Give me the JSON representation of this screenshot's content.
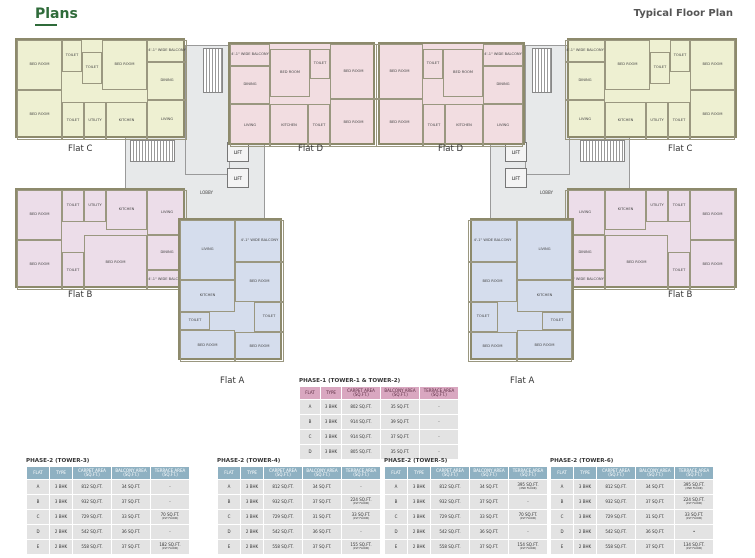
{
  "header": {
    "title": "Plans",
    "subtitle": "Typical Floor Plan"
  },
  "colors": {
    "flat_c": "#eef0d2",
    "flat_d": "#f2dde1",
    "flat_b": "#ecdde9",
    "flat_a": "#d5dded",
    "core": "#e7e9ea",
    "phase1_header": "#d9a7c0",
    "phase2_header": "#8fb1c2"
  },
  "core": {
    "lift": "LIFT",
    "lobby": "LOBBY"
  },
  "flats": {
    "c_left": {
      "label": "Flat C",
      "rooms": [
        "BED ROOM",
        "TOILET",
        "TOILET",
        "BED ROOM",
        "4'-1\" WIDE BALCONY",
        "DINING",
        "BED ROOM",
        "TOILET",
        "UTILITY",
        "KITCHEN",
        "LIVING"
      ]
    },
    "d_left": {
      "label": "Flat D",
      "rooms": [
        "4'-1\" WIDE BALCONY",
        "BED ROOM",
        "TOILET",
        "BED ROOM",
        "DINING",
        "LIVING",
        "KITCHEN",
        "TOILET",
        "BED ROOM"
      ]
    },
    "d_right": {
      "label": "Flat D",
      "rooms": [
        "4'-1\" WIDE BALCONY",
        "BED ROOM",
        "TOILET",
        "BED ROOM",
        "DINING",
        "LIVING",
        "KITCHEN",
        "TOILET",
        "BED ROOM"
      ]
    },
    "c_right": {
      "label": "Flat C",
      "rooms": [
        "BED ROOM",
        "TOILET",
        "TOILET",
        "BED ROOM",
        "4'-1\" WIDE BALCONY",
        "DINING",
        "BED ROOM",
        "TOILET",
        "UTILITY",
        "KITCHEN",
        "LIVING"
      ]
    },
    "b_left": {
      "label": "Flat B",
      "rooms": [
        "BED ROOM",
        "TOILET",
        "UTILITY",
        "KITCHEN",
        "LIVING",
        "BED ROOM",
        "TOILET",
        "BED ROOM",
        "DINING",
        "4'-1\" WIDE BALCONY"
      ]
    },
    "b_right": {
      "label": "Flat B",
      "rooms": [
        "BED ROOM",
        "TOILET",
        "UTILITY",
        "KITCHEN",
        "LIVING",
        "BED ROOM",
        "TOILET",
        "BED ROOM",
        "DINING",
        "4'-1\" WIDE BALCONY"
      ]
    },
    "a_left": {
      "label": "Flat A",
      "rooms": [
        "LIVING",
        "4'-1\" WIDE BALCONY",
        "BED ROOM",
        "KITCHEN",
        "TOILET",
        "TOILET",
        "BED ROOM",
        "BED ROOM"
      ]
    },
    "a_right": {
      "label": "Flat A",
      "rooms": [
        "LIVING",
        "4'-1\" WIDE BALCONY",
        "BED ROOM",
        "KITCHEN",
        "TOILET",
        "TOILET",
        "BED ROOM",
        "BED ROOM"
      ]
    }
  },
  "tables": {
    "headers": [
      "FLAT",
      "TYPE",
      "CARPET AREA (SQ.FT.)",
      "BALCONY AREA (SQ.FT.)",
      "TERRACE AREA (SQ.FT.)"
    ],
    "phase1": {
      "title": "PHASE-1 (TOWER-1 & TOWER-2)",
      "rows": [
        [
          "A",
          "3 BHK",
          "802 SQ.FT.",
          "35 SQ.FT.",
          "-"
        ],
        [
          "B",
          "3 BHK",
          "914 SQ.FT.",
          "39 SQ.FT.",
          "-"
        ],
        [
          "C",
          "3 BHK",
          "914 SQ.FT.",
          "37 SQ.FT.",
          "-"
        ],
        [
          "D",
          "3 BHK",
          "805 SQ.FT.",
          "35 SQ.FT.",
          "-"
        ]
      ]
    },
    "phase2": [
      {
        "title": "PHASE-2 (TOWER-3)",
        "rows": [
          [
            "A",
            "3 BHK",
            "812 SQ.FT.",
            "34 SQ.FT.",
            "-",
            ""
          ],
          [
            "B",
            "3 BHK",
            "932 SQ.FT.",
            "37 SQ.FT.",
            "-",
            ""
          ],
          [
            "C",
            "3 BHK",
            "729 SQ.FT.",
            "33 SQ.FT.",
            "70 SQ.FT.",
            "(1ST FLOOR)"
          ],
          [
            "D",
            "2 BHK",
            "542 SQ.FT.",
            "36 SQ.FT.",
            "-",
            ""
          ],
          [
            "E",
            "2 BHK",
            "558 SQ.FT.",
            "37 SQ.FT.",
            "182 SQ.FT.",
            "(1ST FLOOR)"
          ]
        ]
      },
      {
        "title": "PHASE-2 (TOWER-4)",
        "rows": [
          [
            "A",
            "3 BHK",
            "812 SQ.FT.",
            "34 SQ.FT.",
            "-",
            ""
          ],
          [
            "B",
            "3 BHK",
            "932 SQ.FT.",
            "37 SQ.FT.",
            "224 SQ.FT.",
            "(1ST FLOOR)"
          ],
          [
            "C",
            "3 BHK",
            "729 SQ.FT.",
            "31 SQ.FT.",
            "33 SQ.FT.",
            "(1ST FLOOR)"
          ],
          [
            "D",
            "2 BHK",
            "542 SQ.FT.",
            "36 SQ.FT.",
            "-",
            ""
          ],
          [
            "E",
            "2 BHK",
            "558 SQ.FT.",
            "37 SQ.FT.",
            "155 SQ.FT.",
            "(1ST FLOOR)"
          ]
        ]
      },
      {
        "title": "PHASE-2 (TOWER-5)",
        "rows": [
          [
            "A",
            "3 BHK",
            "812 SQ.FT.",
            "34 SQ.FT.",
            "395 SQ.FT.",
            "(2ND FLOOR)"
          ],
          [
            "B",
            "3 BHK",
            "932 SQ.FT.",
            "37 SQ.FT.",
            "-",
            ""
          ],
          [
            "C",
            "3 BHK",
            "729 SQ.FT.",
            "33 SQ.FT.",
            "70 SQ.FT.",
            "(1ST FLOOR)"
          ],
          [
            "D",
            "2 BHK",
            "542 SQ.FT.",
            "36 SQ.FT.",
            "-",
            ""
          ],
          [
            "E",
            "2 BHK",
            "558 SQ.FT.",
            "37 SQ.FT.",
            "154 SQ.FT.",
            "(1ST FLOOR)"
          ]
        ]
      },
      {
        "title": "PHASE-2 (TOWER-6)",
        "rows": [
          [
            "A",
            "3 BHK",
            "812 SQ.FT.",
            "34 SQ.FT.",
            "395 SQ.FT.",
            "(2ND FLOOR)"
          ],
          [
            "B",
            "3 BHK",
            "932 SQ.FT.",
            "37 SQ.FT.",
            "224 SQ.FT.",
            "(1ST FLOOR)"
          ],
          [
            "C",
            "3 BHK",
            "729 SQ.FT.",
            "31 SQ.FT.",
            "33 SQ.FT.",
            "(1ST FLOOR)"
          ],
          [
            "D",
            "2 BHK",
            "542 SQ.FT.",
            "36 SQ.FT.",
            "•",
            ""
          ],
          [
            "E",
            "2 BHK",
            "558 SQ.FT.",
            "37 SQ.FT.",
            "134 SQ.FT.",
            "(1ST FLOOR)"
          ]
        ]
      }
    ]
  }
}
